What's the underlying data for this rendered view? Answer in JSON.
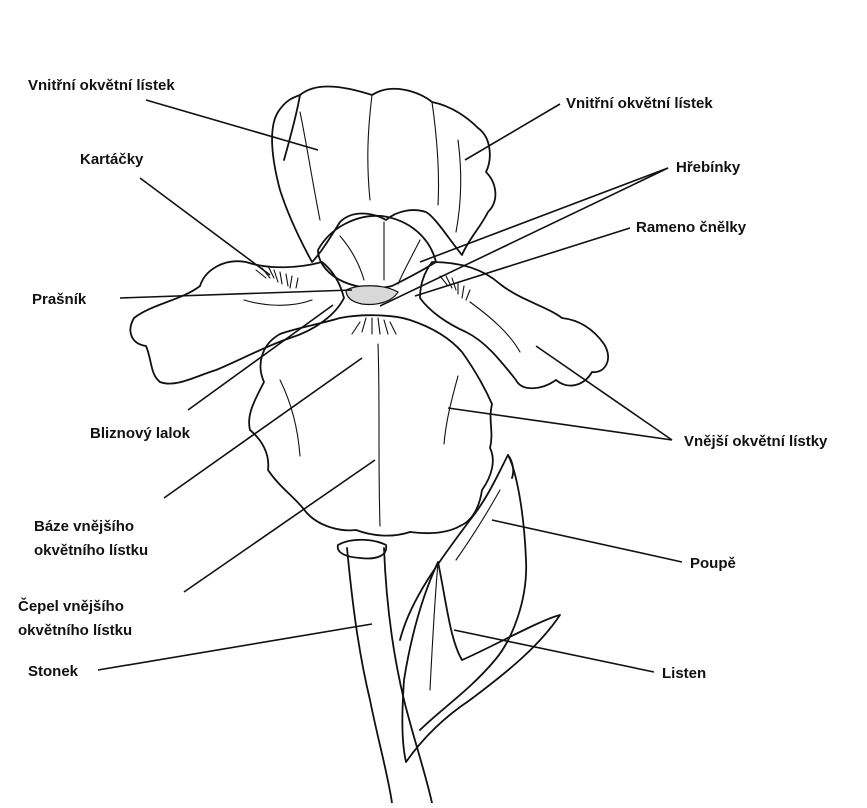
{
  "diagram": {
    "labels": {
      "inner_left": "Vnitřní okvětní lístek",
      "inner_right": "Vnitřní okvětní lístek",
      "brushes": "Kartáčky",
      "crests": "Hřebínky",
      "style_arm": "Rameno čnělky",
      "anther": "Prašník",
      "stigma_lobe": "Bliznový lalok",
      "outer_petals": "Vnější okvětní lístky",
      "outer_base_1": "Báze vnějšího",
      "outer_base_2": "okvětního lístku",
      "outer_blade_1": "Čepel vnějšího",
      "outer_blade_2": "okvětního lístku",
      "bud": "Poupě",
      "stem": "Stonek",
      "bract": "Listen"
    }
  }
}
